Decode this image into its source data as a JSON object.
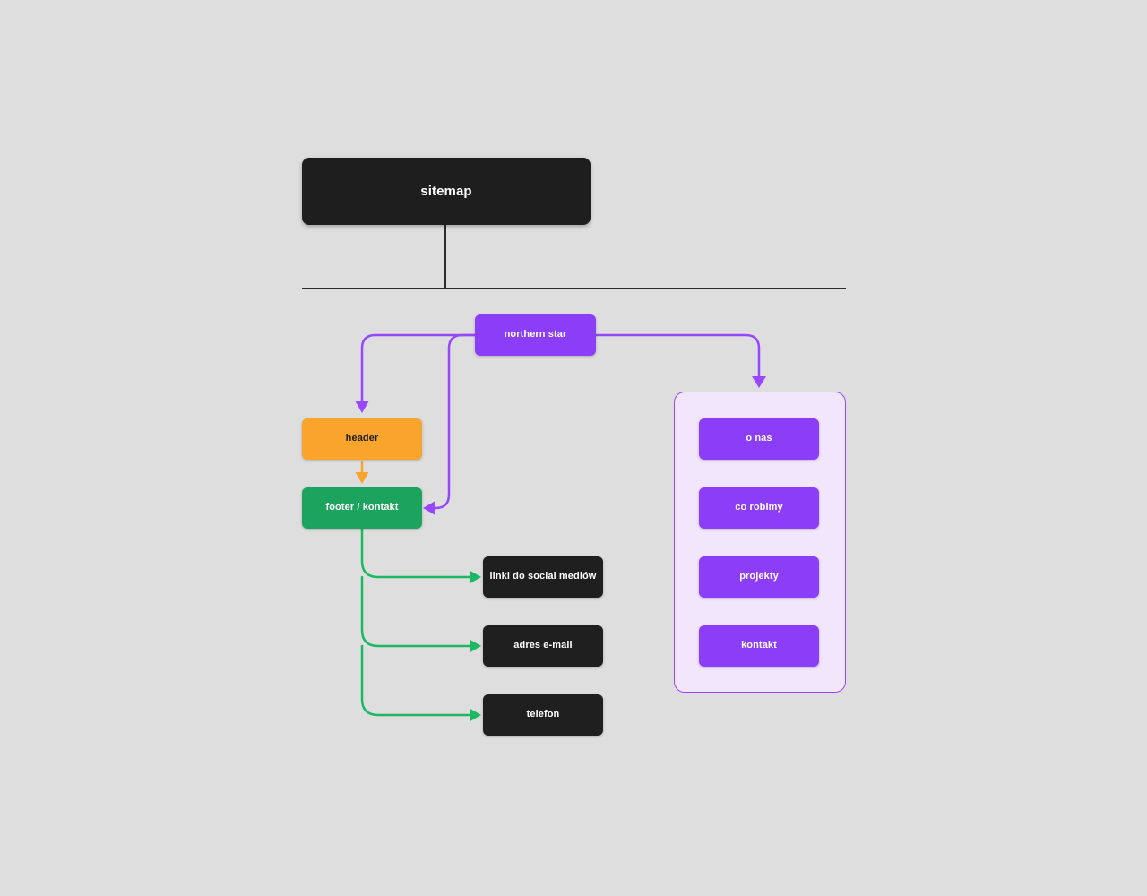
{
  "app": {
    "type": "diagram-canvas",
    "background_color": "#dedede"
  },
  "nodes": {
    "sitemap": {
      "label": "sitemap",
      "fill": "#1e1e1e",
      "text_color": "#ffffff"
    },
    "northern_star": {
      "label": "northern star",
      "fill": "#8b3df8",
      "text_color": "#ffffff"
    },
    "header": {
      "label": "header",
      "fill": "#f9a42c",
      "text_color": "#1e1e1e"
    },
    "footer_kontakt": {
      "label": "footer / kontakt",
      "fill": "#1ca35d",
      "text_color": "#ffffff"
    },
    "social_links": {
      "label": "linki do social mediów",
      "fill": "#1f1f1f",
      "text_color": "#ffffff"
    },
    "email": {
      "label": "adres e-mail",
      "fill": "#1f1f1f",
      "text_color": "#ffffff"
    },
    "phone": {
      "label": "telefon",
      "fill": "#1f1f1f",
      "text_color": "#ffffff"
    },
    "o_nas": {
      "label": "o nas",
      "fill": "#8b3df8",
      "text_color": "#ffffff"
    },
    "co_robimy": {
      "label": "co robimy",
      "fill": "#8b3df8",
      "text_color": "#ffffff"
    },
    "projekty": {
      "label": "projekty",
      "fill": "#8b3df8",
      "text_color": "#ffffff"
    },
    "kontakt": {
      "label": "kontakt",
      "fill": "#8b3df8",
      "text_color": "#ffffff"
    }
  },
  "group": {
    "fill": "#f2e6fd",
    "border_color": "#9747ff",
    "children": [
      "o nas",
      "co robimy",
      "projekty",
      "kontakt"
    ]
  },
  "edges": [
    {
      "from": "sitemap",
      "to": "tree-baseline",
      "color": "#2b2b2b",
      "style": "orthogonal",
      "arrow": false
    },
    {
      "from": "northern star",
      "to": "header",
      "color": "#9747ff",
      "arrow": true
    },
    {
      "from": "northern star",
      "to": "footer / kontakt",
      "color": "#9747ff",
      "arrow": true
    },
    {
      "from": "northern star",
      "to": "group",
      "color": "#9747ff",
      "arrow": true
    },
    {
      "from": "header",
      "to": "footer / kontakt",
      "color": "#f9a42c",
      "arrow": true
    },
    {
      "from": "footer / kontakt",
      "to": "linki do social mediów",
      "color": "#1db863",
      "arrow": true
    },
    {
      "from": "footer / kontakt",
      "to": "adres e-mail",
      "color": "#1db863",
      "arrow": true
    },
    {
      "from": "footer / kontakt",
      "to": "telefon",
      "color": "#1db863",
      "arrow": true
    },
    {
      "from": "o nas",
      "to": "co robimy",
      "color": "#9747ff",
      "arrow": true
    },
    {
      "from": "co robimy",
      "to": "projekty",
      "color": "#9747ff",
      "arrow": true
    }
  ]
}
